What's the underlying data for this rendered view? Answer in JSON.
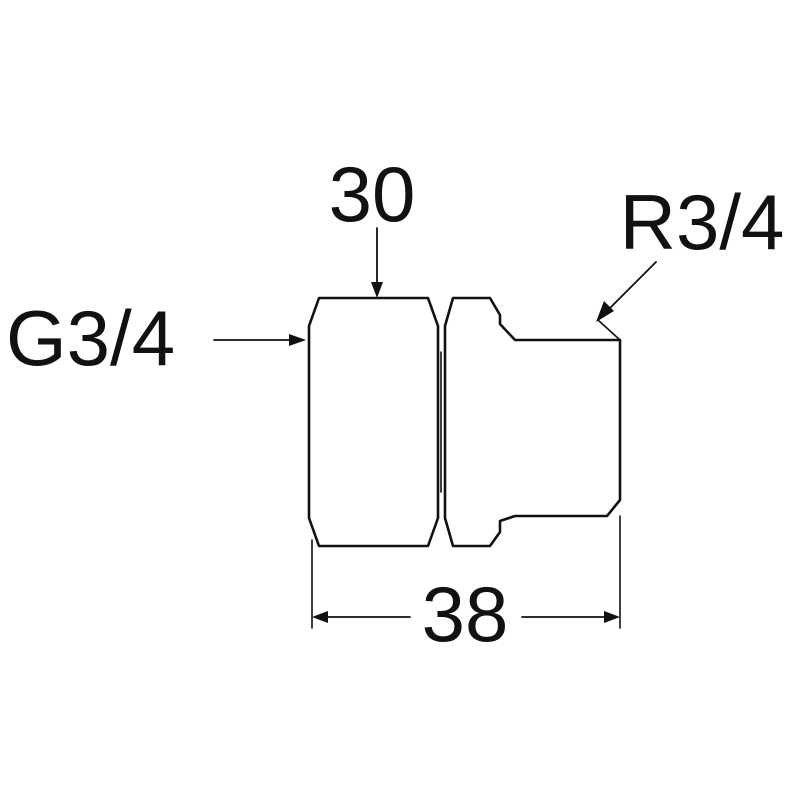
{
  "labels": {
    "top_dimension": "30",
    "left_thread": "G3/4",
    "right_thread": "R3/4",
    "overall_length": "38"
  },
  "colors": {
    "line": "#111111",
    "background": "#ffffff"
  }
}
